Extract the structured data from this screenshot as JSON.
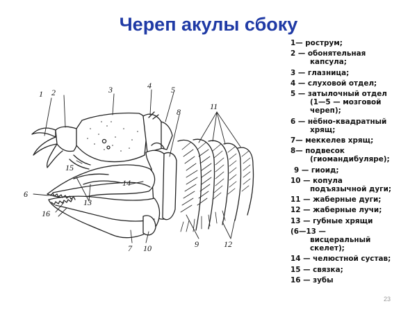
{
  "slide": {
    "title": "Череп акулы сбоку",
    "title_color": "#1f3aa5",
    "page_number": "23",
    "page_number_color": "#999999"
  },
  "figure": {
    "labels": [
      "1",
      "2",
      "3",
      "4",
      "5",
      "8",
      "11",
      "15",
      "6",
      "14",
      "13",
      "16",
      "7",
      "10",
      "9",
      "12"
    ]
  },
  "legend": {
    "items": [
      {
        "lines": [
          "1— рострум;"
        ]
      },
      {
        "lines": [
          "2 — обонятельная",
          "капсула;"
        ]
      },
      {
        "lines": [
          "3 — глазница;"
        ]
      },
      {
        "lines": [
          "4 — слуховой отдел;"
        ]
      },
      {
        "lines": [
          "5 — затылочный отдел",
          "(1—5 — мозговой",
          "череп);"
        ]
      },
      {
        "lines": [
          "6 — нёбно-квадратный",
          "хрящ;"
        ]
      },
      {
        "lines": [
          "7— меккелев хрящ;"
        ]
      },
      {
        "lines": [
          "8— подвесок",
          "(гиомандибуляре);"
        ]
      },
      {
        "lines": [
          "9 — гиоид;"
        ],
        "indent": true
      },
      {
        "lines": [
          "10 — копула",
          "подъязычной дуги;"
        ]
      },
      {
        "lines": [
          "11 — жаберные дуги;"
        ]
      },
      {
        "lines": [
          "12 — жаберные лучи;"
        ]
      },
      {
        "lines": [
          "13 — губные хрящи"
        ]
      },
      {
        "lines": [
          "(6—13 —",
          "висцеральный",
          "скелет);"
        ]
      },
      {
        "lines": [
          "14 — челюстной сустав;"
        ]
      },
      {
        "lines": [
          "15 — связка;"
        ]
      },
      {
        "lines": [
          "16 — зубы"
        ]
      }
    ]
  }
}
